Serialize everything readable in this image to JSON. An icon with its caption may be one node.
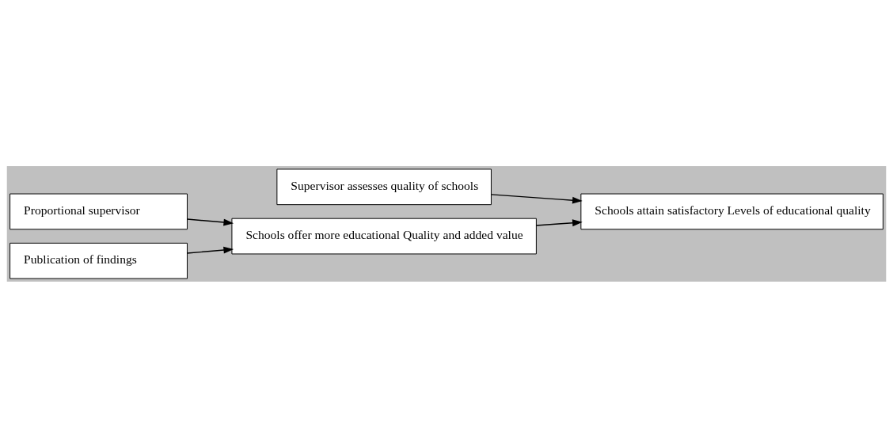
{
  "diagram": {
    "nodes": [
      {
        "text": [
          "Schools attain satisfactory Levels of educational quality"
        ]
      },
      {
        "text": [
          "Supervisor assesses quality of schools"
        ]
      },
      {
        "text": [
          "Proportional supervisor"
        ]
      },
      {
        "text": [
          "Schools offer more educational Quality and added value"
        ]
      },
      {
        "text": [
          "Publication of findings"
        ]
      }
    ],
    "edges": [
      {
        "from": 1,
        "to": 0,
        "arrow": "to"
      },
      {
        "from": 3,
        "to": 0,
        "arrow": "to"
      },
      {
        "from": 2,
        "to": 3,
        "arrow": "to"
      },
      {
        "from": 4,
        "to": 3,
        "arrow": "to"
      }
    ]
  }
}
